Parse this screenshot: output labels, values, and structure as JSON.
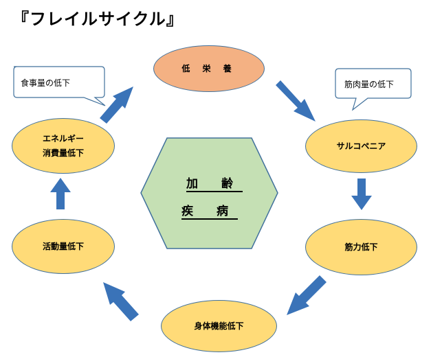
{
  "title": "『フレイルサイクル』",
  "center": {
    "text": "加 齢\n疾 病"
  },
  "nodes": {
    "undernutrition": "低 栄 養",
    "sarcopenia": "サルコペニア",
    "muscle_strength": "筋力低下",
    "physical_function": "身体機能低下",
    "activity": "活動量低下",
    "energy": "エネルギー\n消費量低下"
  },
  "callouts": {
    "food_intake": "食事量の低下",
    "muscle_mass": "筋肉量の低下"
  },
  "colors": {
    "node_fill": "#ffdb78",
    "node_top_fill": "#f4b183",
    "center_fill": "#c5e0b4",
    "outline": "#41719c",
    "arrow": "#3a73b8"
  }
}
